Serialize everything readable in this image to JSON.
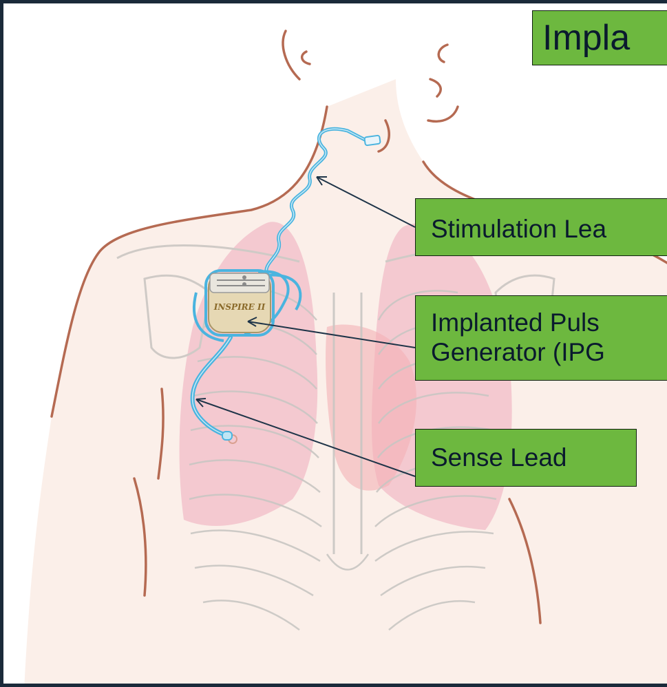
{
  "title": "Impla",
  "labels": {
    "stimulation_lead": "Stimulation Lea",
    "ipg_line1": "Implanted Puls",
    "ipg_line2": "Generator (IPG",
    "sense_lead": "Sense Lead"
  },
  "device_brand": "INSPIRE II",
  "colors": {
    "label_fill": "#6db83f",
    "lead": "#4ab4df",
    "skin_outline": "#b56a52",
    "lung": "#e79aaa",
    "device": "#e6d8b4",
    "pointer": "#1e3448"
  }
}
